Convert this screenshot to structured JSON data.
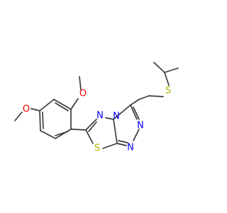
{
  "molecule": {
    "atoms": [
      {
        "id": "O1",
        "label": "O",
        "color": "#ff0000"
      },
      {
        "id": "O2",
        "label": "O",
        "color": "#ff0000"
      },
      {
        "id": "S1",
        "label": "S",
        "color": "#b2b200"
      },
      {
        "id": "S2",
        "label": "S",
        "color": "#b2b200"
      },
      {
        "id": "N1",
        "label": "N",
        "color": "#0000ff"
      },
      {
        "id": "N2",
        "label": "N",
        "color": "#0000ff"
      },
      {
        "id": "N3",
        "label": "N",
        "color": "#0000ff"
      },
      {
        "id": "N4",
        "label": "N",
        "color": "#0000ff"
      }
    ],
    "bond_color": "#3c3c3c",
    "background": "#ffffff"
  }
}
